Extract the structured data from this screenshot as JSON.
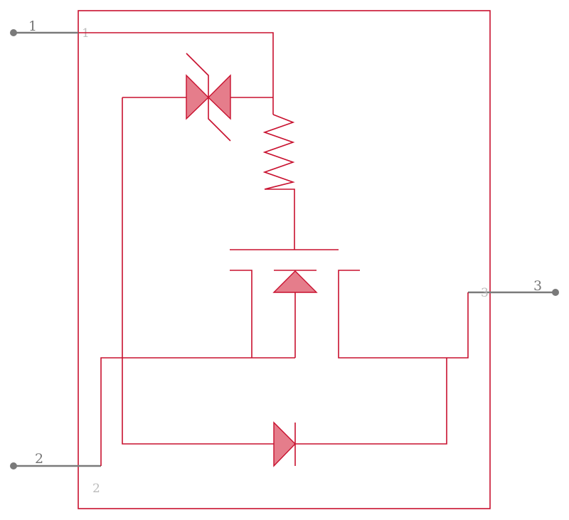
{
  "colors": {
    "body_stroke": "#c8102e",
    "symbol_fill": "#e06677",
    "pin_color": "#7a7a7a",
    "inner_label_color": "#bcbcbc"
  },
  "pins": [
    {
      "outer_label": "1",
      "inner_label": "1"
    },
    {
      "outer_label": "2",
      "inner_label": "2"
    },
    {
      "outer_label": "3",
      "inner_label": "3"
    }
  ]
}
